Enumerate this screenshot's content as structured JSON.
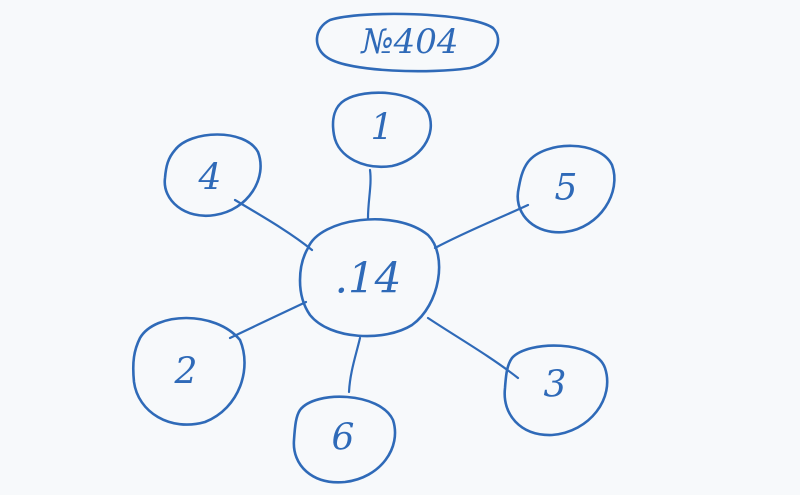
{
  "title": "№404",
  "center": {
    "label": ".14"
  },
  "nodes": [
    {
      "id": "node-1",
      "label": "1"
    },
    {
      "id": "node-4",
      "label": "4"
    },
    {
      "id": "node-5",
      "label": "5"
    },
    {
      "id": "node-2",
      "label": "2"
    },
    {
      "id": "node-6",
      "label": "6"
    },
    {
      "id": "node-3",
      "label": "3"
    }
  ],
  "colors": {
    "ink": "#2f6ab8",
    "paper": "#f7f9fb"
  }
}
